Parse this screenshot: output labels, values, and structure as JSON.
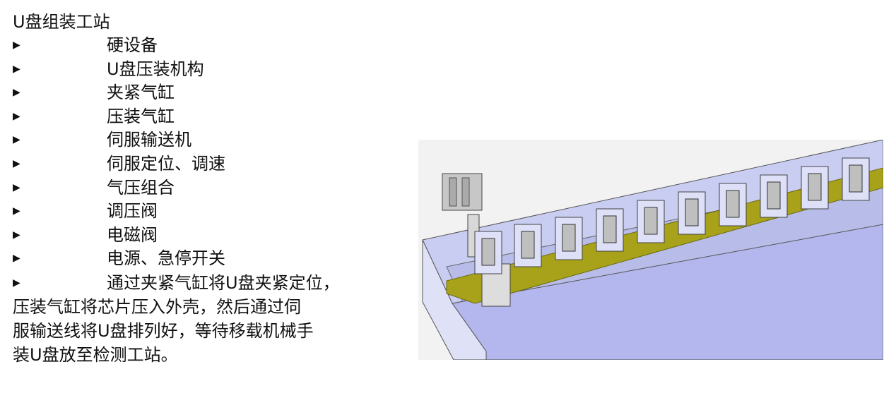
{
  "title": "U盘组装工站",
  "items": [
    "硬设备",
    "U盘压装机构",
    "夹紧气缸",
    "压装气缸",
    "伺服输送机",
    "伺服定位、调速",
    "气压组合",
    "调压阀",
    "电磁阀",
    "电源、急停开关"
  ],
  "description": {
    "line1": "通过夹紧气缸将U盘夹紧定位，",
    "line2": "压装气缸将芯片压入外壳，然后通过伺",
    "line3": "服输送线将U盘排列好，等待移载机械手",
    "line4": "装U盘放至检测工站。"
  },
  "colors": {
    "conveyor_body": "#c9cdf2",
    "belt": "#a8a21a",
    "background": "#ffffff"
  }
}
